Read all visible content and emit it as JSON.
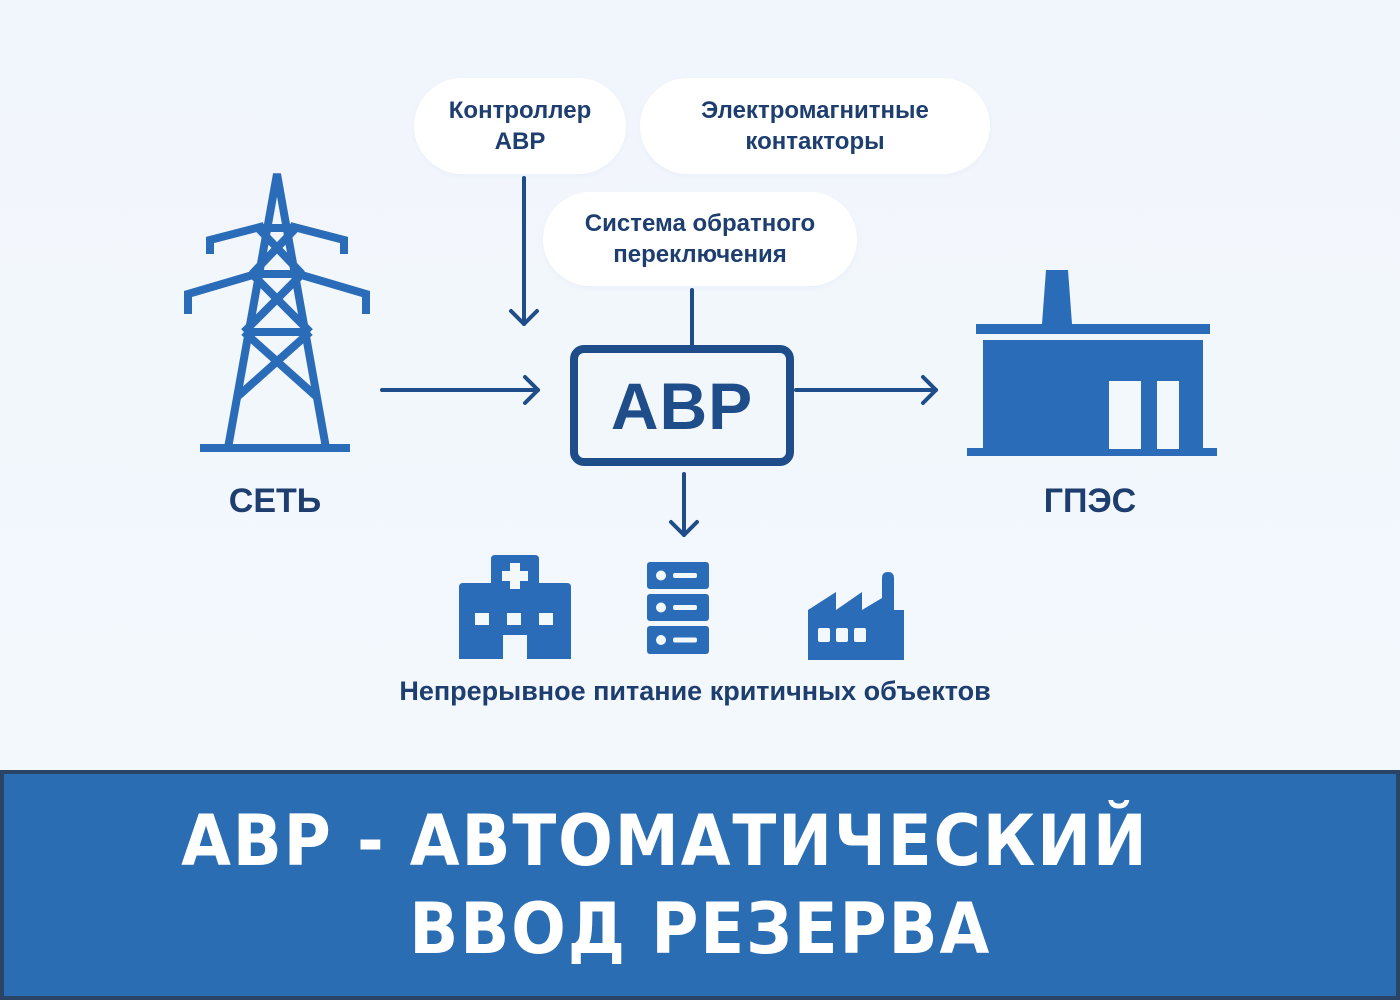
{
  "diagram": {
    "inputs": [
      {
        "id": "controller",
        "label_lines": [
          "Контроллер",
          "АВР"
        ]
      },
      {
        "id": "contactors",
        "label_lines": [
          "Электромагнитные",
          "контакторы"
        ]
      },
      {
        "id": "reverse",
        "label_lines": [
          "Система обратного",
          "переключения"
        ]
      }
    ],
    "center_node": {
      "label": "АВР"
    },
    "source": {
      "label": "СЕТЬ",
      "icon": "power-tower-icon"
    },
    "target": {
      "label": "ГПЭС",
      "icon": "power-plant-icon"
    },
    "consumers": {
      "icons": [
        "hospital-icon",
        "server-rack-icon",
        "factory-icon"
      ],
      "caption": "Непрерывное питание критичных объектов"
    },
    "edges": [
      {
        "from": "controller",
        "to": "АВР",
        "type": "arrow"
      },
      {
        "from": "reverse",
        "to": "АВР",
        "type": "line"
      },
      {
        "from": "СЕТЬ",
        "to": "АВР",
        "type": "arrow"
      },
      {
        "from": "АВР",
        "to": "ГПЭС",
        "type": "arrow"
      },
      {
        "from": "АВР",
        "to": "consumers",
        "type": "arrow"
      }
    ]
  },
  "banner": {
    "line1": "АВР - АВТОМАТИЧЕСКИЙ",
    "line2": "ВВОД РЕЗЕРВА"
  },
  "colors": {
    "background": "#f1f6fc",
    "icon_blue": "#2b6cb8",
    "text_dark_blue": "#1d3e6e",
    "line_navy": "#1f4d8a",
    "banner_blue": "#2b6db3",
    "banner_border": "#2a4466"
  }
}
